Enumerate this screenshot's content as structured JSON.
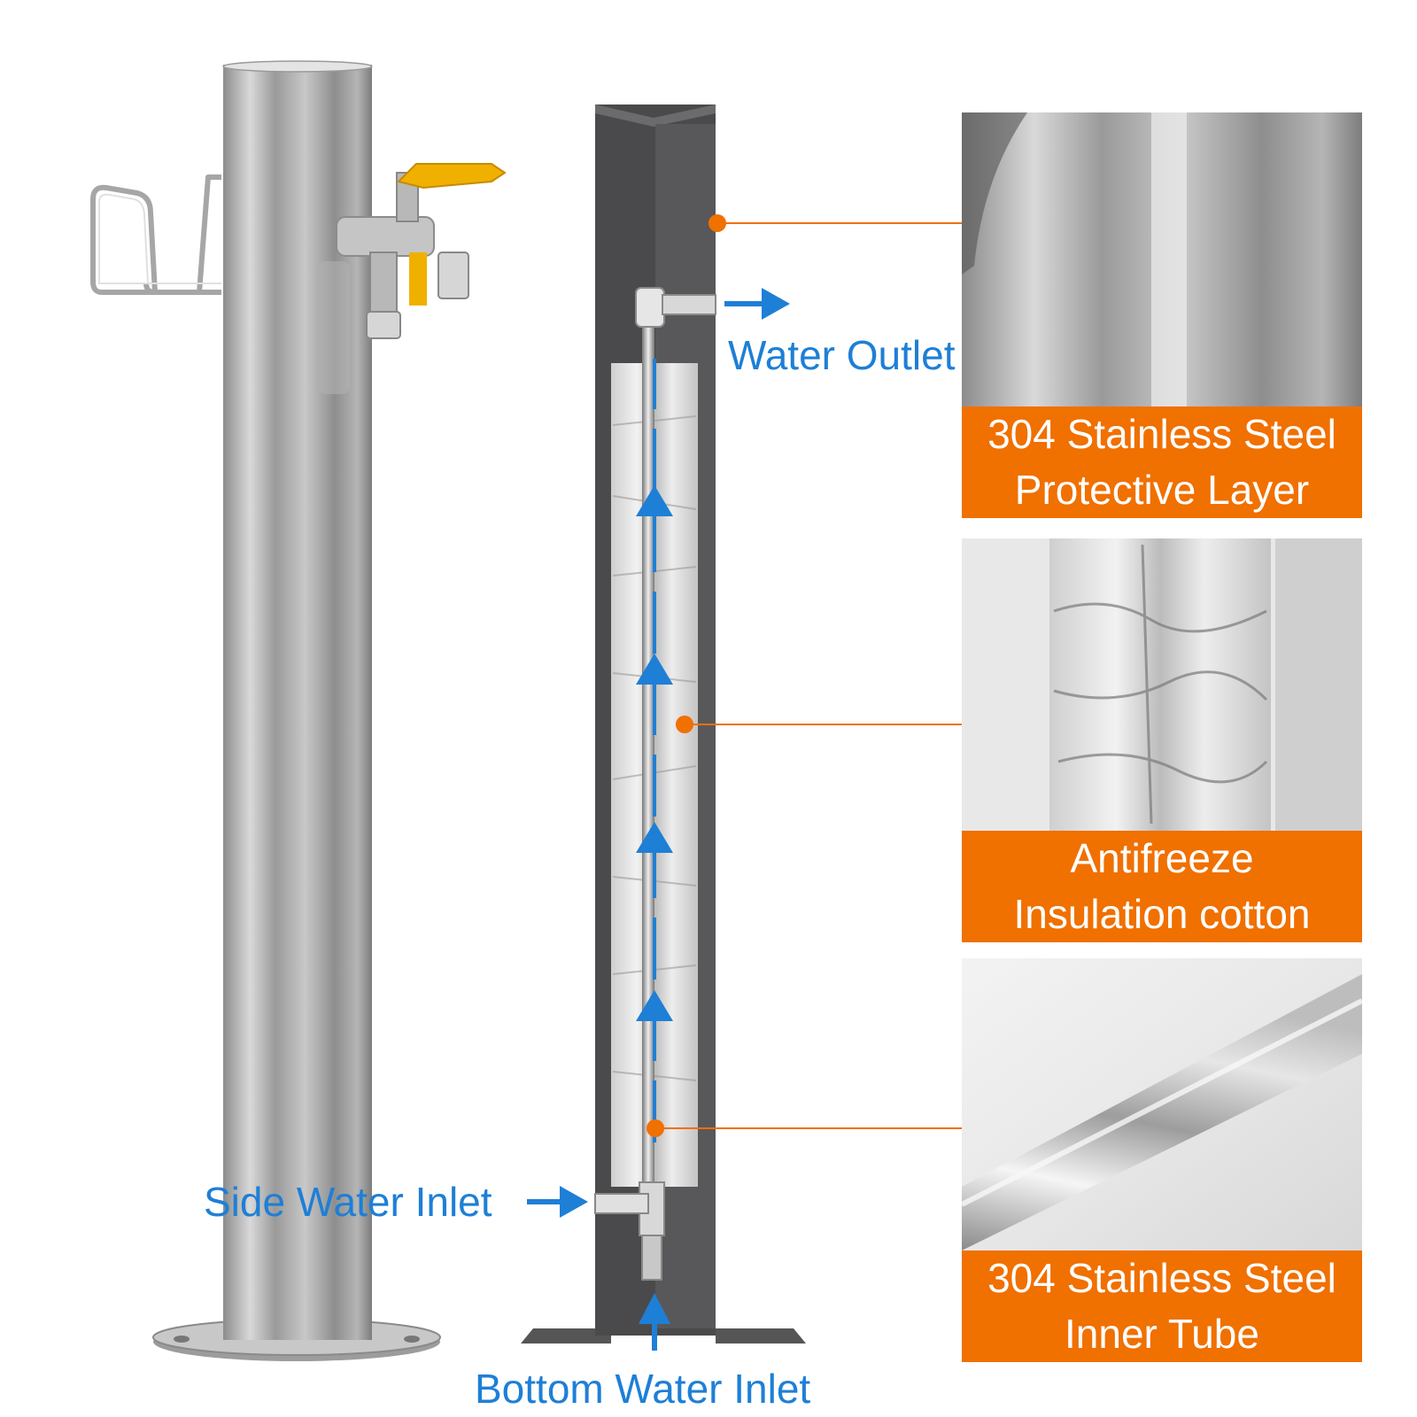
{
  "flow_labels": {
    "water_outlet": "Water Outlet",
    "side_water_inlet": "Side Water Inlet",
    "bottom_water_inlet": "Bottom Water Inlet"
  },
  "layers": [
    {
      "line1": "304 Stainless Steel",
      "line2": "Protective Layer"
    },
    {
      "line1": "Antifreeze",
      "line2": "Insulation cotton"
    },
    {
      "line1": "304 Stainless Steel",
      "line2": "Inner Tube"
    }
  ],
  "colors": {
    "accent_orange": "#f07000",
    "flow_blue": "#1e7fd6",
    "casing_dark": "#4a4a4c"
  }
}
